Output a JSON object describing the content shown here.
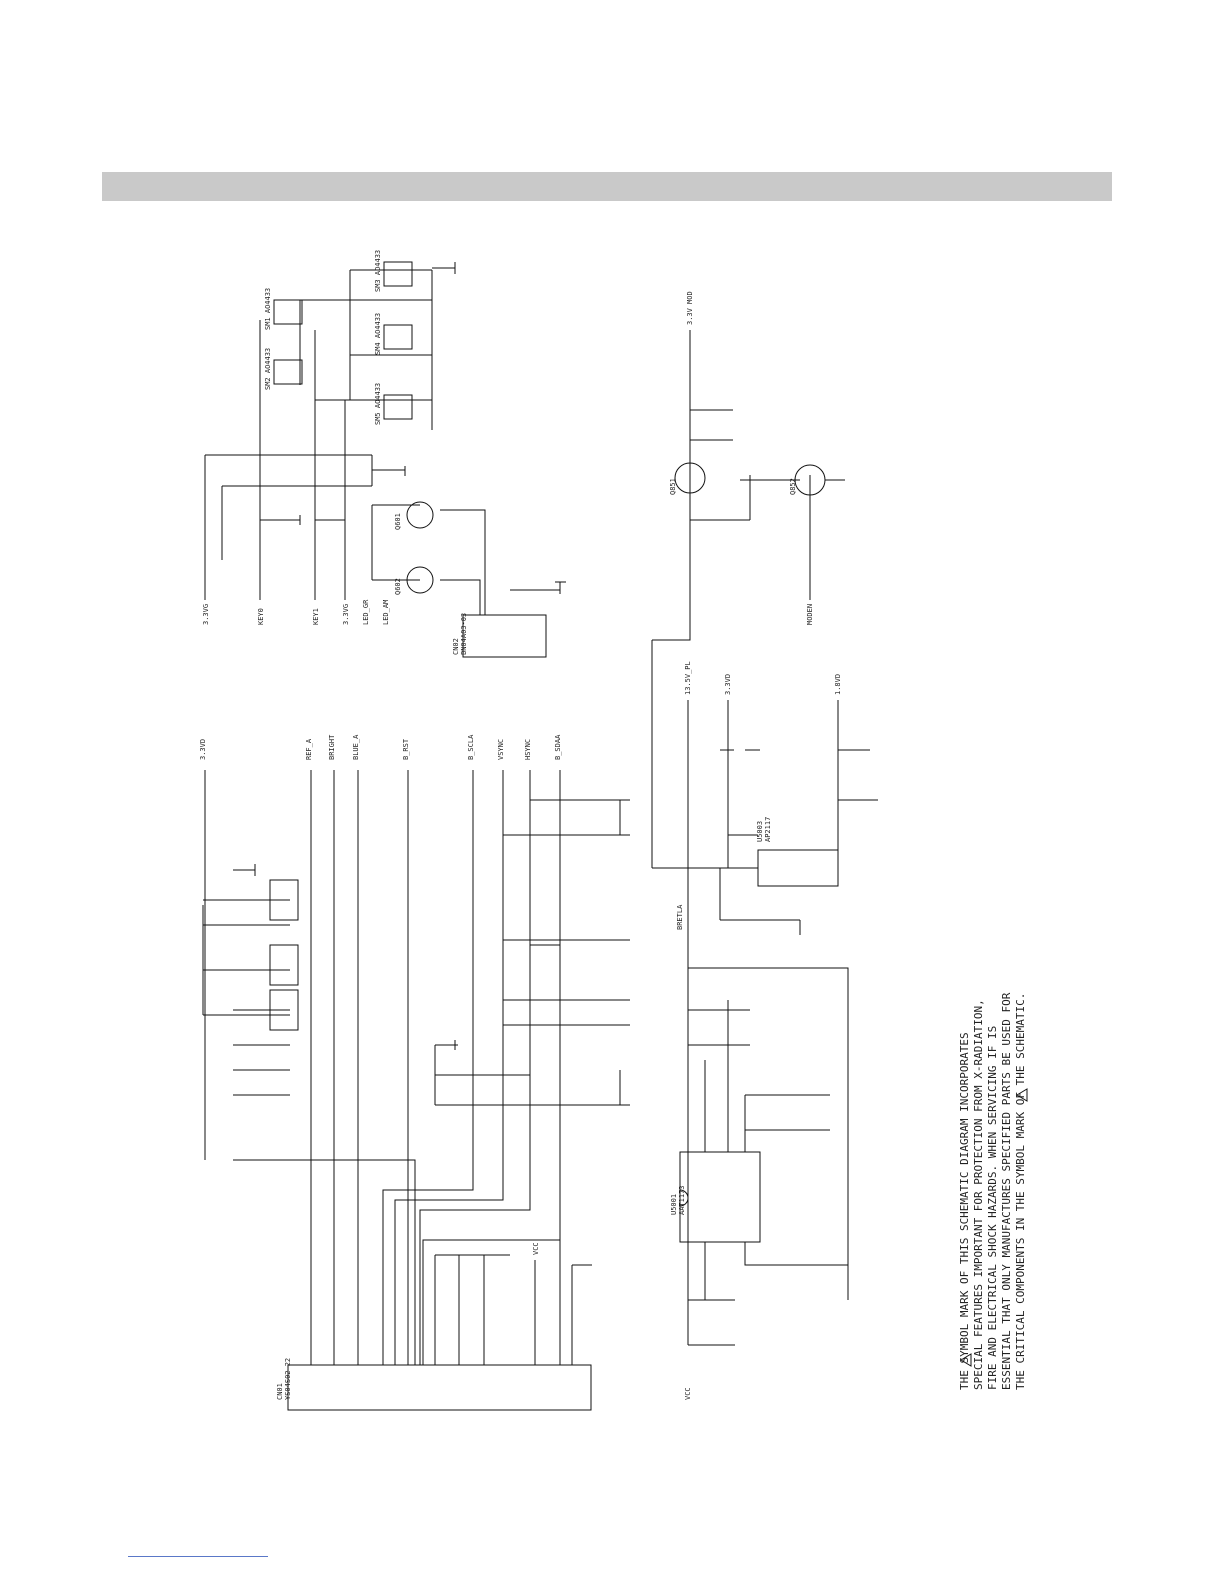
{
  "header_band": {
    "color": "#c9c9c9"
  },
  "connectors": [
    {
      "ref": "CN01",
      "part": "YS04S02-22"
    },
    {
      "ref": "CN02",
      "part": "BN04A03-03"
    }
  ],
  "ics": [
    {
      "ref": "U5001",
      "part": "AAT1173"
    },
    {
      "ref": "U5003",
      "part": "AP2117"
    }
  ],
  "q_labels": [
    "Q601",
    "Q602",
    "Q851",
    "Q852"
  ],
  "net_labels_left": [
    "3.3VG",
    "KEY0",
    "KEY1",
    "3.3VG",
    "LED_GR",
    "LED_AM"
  ],
  "net_labels_mid": [
    "3.3VD",
    "REF_A",
    "BRIGHT",
    "BLUE_A",
    "B_RST",
    "B_SCLA",
    "VSYNC",
    "HSYNC",
    "B_SDAA",
    "VCC"
  ],
  "net_labels_right": [
    "13.5V_PL",
    "3.3VD",
    "1.8VD",
    "3.3V MOD",
    "MODEN",
    "BRETLA"
  ],
  "mosfets": [
    "SM1 AO4433",
    "SM2 AO4433",
    "SM3 AO4433",
    "SM4 AO4433",
    "SM5 AO4433"
  ],
  "warning_lines": [
    "THE  SYMBOL MARK OF THIS SCHEMATIC DIAGRAM INCORPORATES",
    "SPECIAL FEATURES IMPORTANT FOR PROTECTION FROM X-RADIATION,",
    "FIRE AND ELECTRICAL SHOCK HAZARDS. WHEN SERVICING IF IS",
    "ESSENTIAL THAT ONLY MANUFACTURES SPECIFIED PARTS BE USED FOR",
    "THE CRITICAL COMPONENTS IN THE  SYMBOL MARK OF THE SCHEMATIC."
  ]
}
